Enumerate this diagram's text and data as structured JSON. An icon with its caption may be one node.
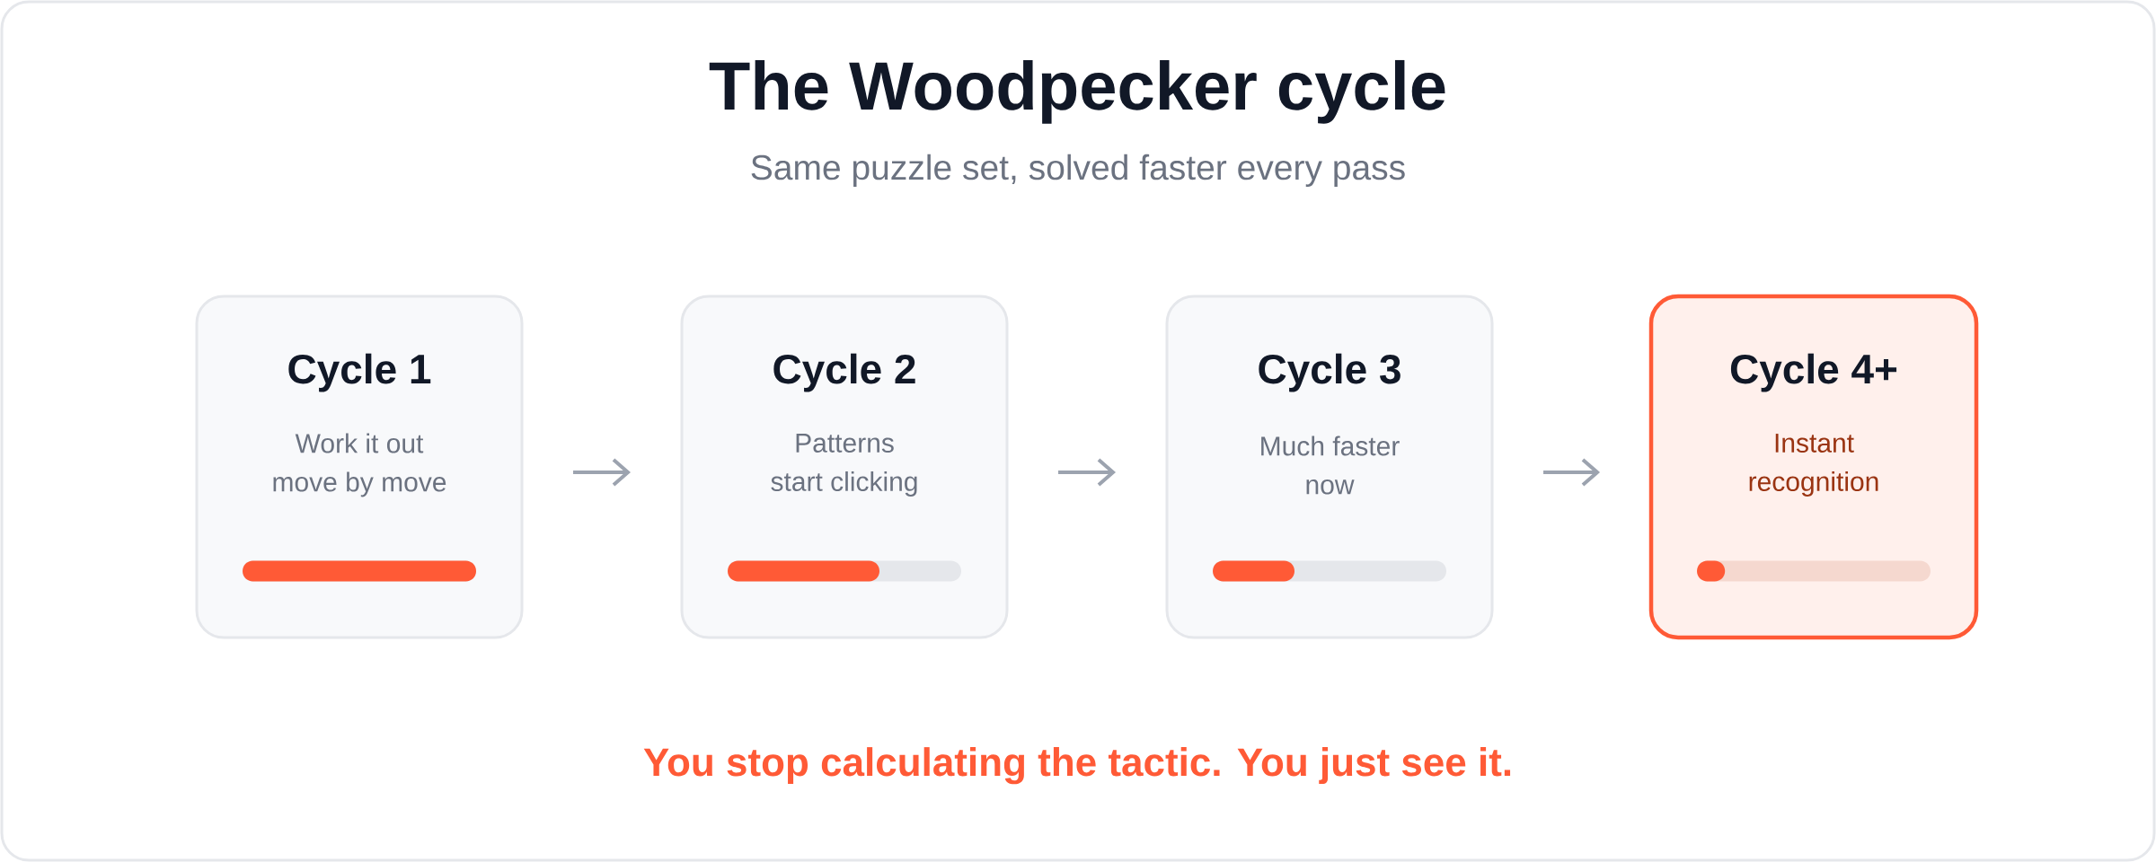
{
  "diagram": {
    "title": "The Woodpecker cycle",
    "caption": "You stop calculating the tactic. You just see it.",
    "nodes": [
      {
        "text": [
          "Cycle 1",
          "Work it out move by move"
        ]
      },
      {
        "text": [
          "Cycle 2",
          "Patterns start clicking"
        ]
      },
      {
        "text": [
          "Cycle 3",
          "Much faster now"
        ]
      },
      {
        "text": [
          "Cycle 4+",
          "Instant recognition"
        ]
      }
    ],
    "edges": [
      {
        "from": 0,
        "to": 1,
        "arrow": "to"
      },
      {
        "from": 1,
        "to": 2,
        "arrow": "to"
      },
      {
        "from": 2,
        "to": 3,
        "arrow": "to"
      }
    ],
    "labels": [
      "Same puzzle set, solved faster every pass"
    ]
  }
}
